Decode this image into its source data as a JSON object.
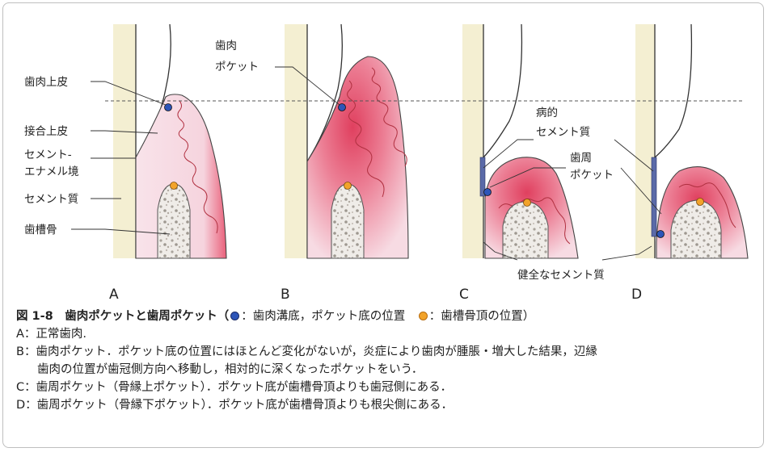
{
  "panels": [
    "A",
    "B",
    "C",
    "D"
  ],
  "labels_a": {
    "epithelium": "歯肉上皮",
    "junctional": "接合上皮",
    "cej_line1": "セメント-",
    "cej_line2": "エナメル境",
    "cementum": "セメント質",
    "bone": "歯槽骨"
  },
  "labels_b": {
    "pocket_line1": "歯肉",
    "pocket_line2": "ポケット"
  },
  "labels_c": {
    "diseased_line1": "病的",
    "diseased_line2": "セメント質",
    "perio_line1": "歯周",
    "perio_line2": "ポケット",
    "healthy": "健全なセメント質"
  },
  "caption": {
    "title": "図 1-8　歯肉ポケットと歯周ポケット（",
    "legend_blue": "：歯肉溝底，ポケット底の位置",
    "legend_orange": "：歯槽骨頂の位置）",
    "line_a": "A：正常歯肉.",
    "line_b1": "B：歯肉ポケット．ポケット底の位置にはほとんど変化がないが，炎症により歯肉が腫脹・増大した結果，辺縁",
    "line_b2": "歯肉の位置が歯冠側方向へ移動し，相対的に深くなったポケットをいう．",
    "line_c": "C：歯周ポケット（骨縁上ポケット）．ポケット底が歯槽骨頂よりも歯冠側にある．",
    "line_d": "D：歯周ポケット（骨縁下ポケット）．ポケット底が歯槽骨頂よりも根尖側にある．"
  },
  "colors": {
    "tissue": "#f6dce6",
    "inflamed": "#e8536e",
    "bone": "#eeeae6",
    "cementum": "#f4efd2",
    "blue_dot": "#2d55b8",
    "orange_dot": "#f2a32a",
    "diseased_cementum": "#5a6aa8"
  }
}
